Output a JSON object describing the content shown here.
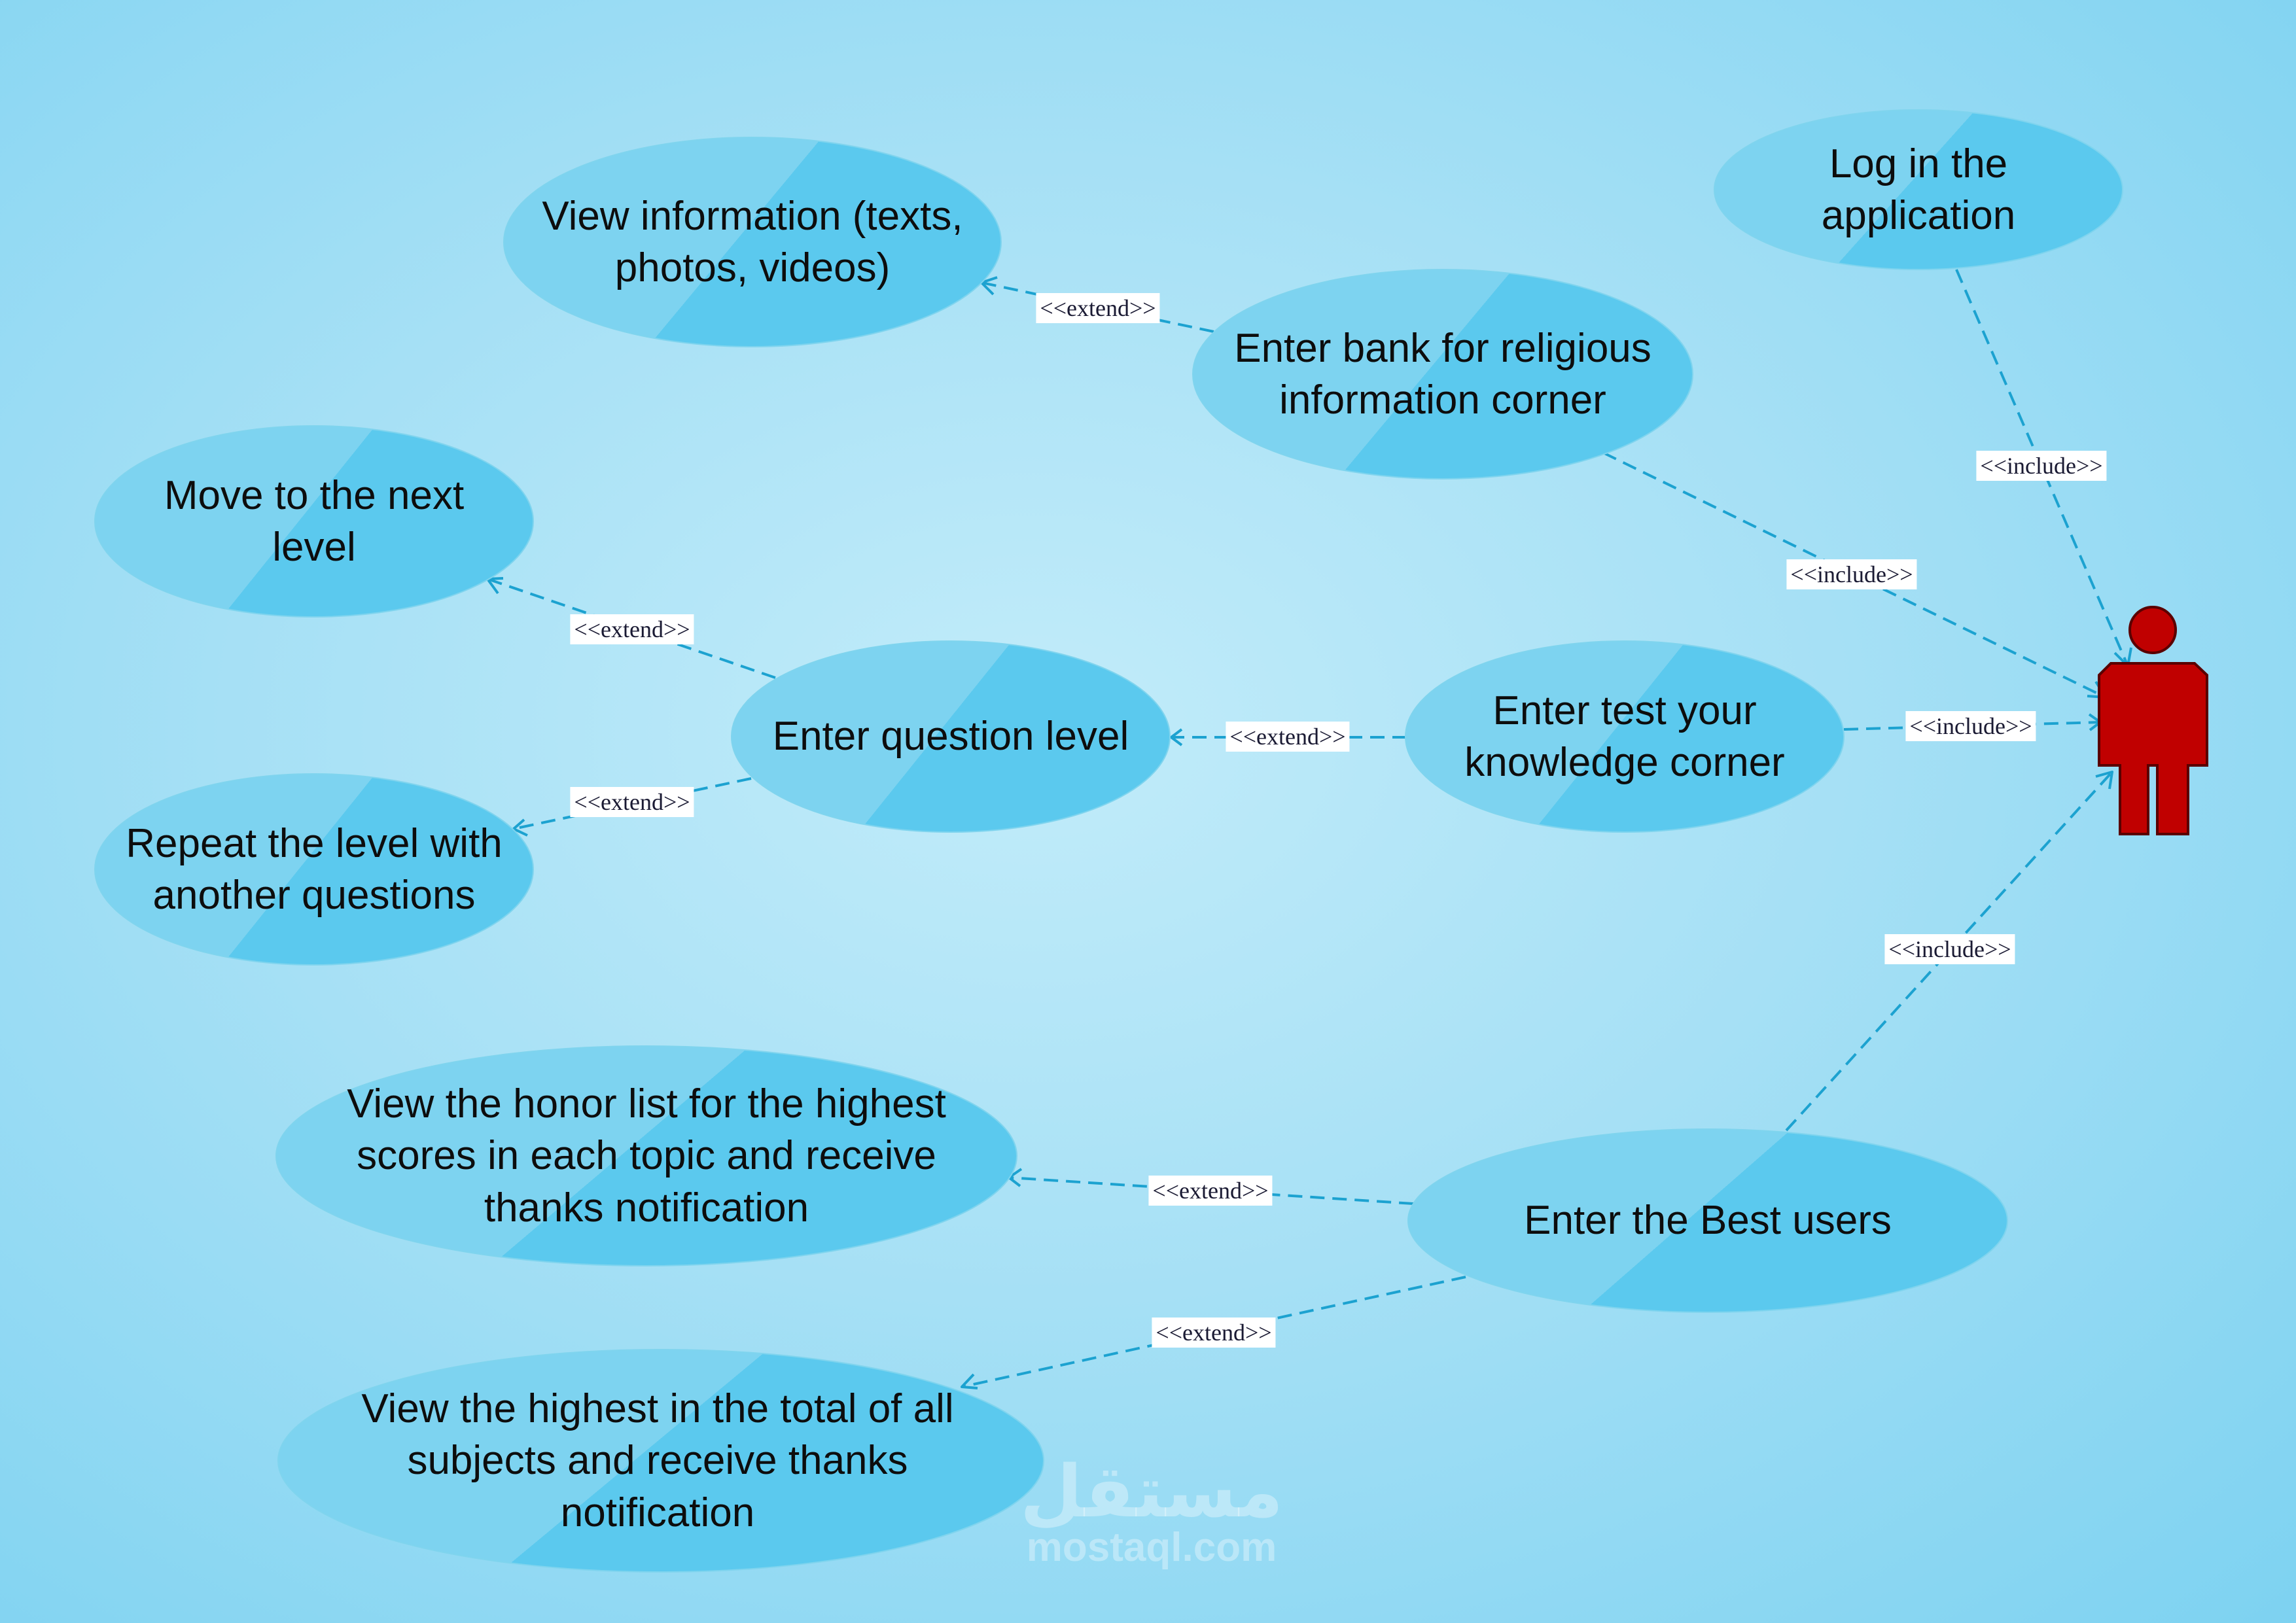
{
  "colors": {
    "ellipse_light": "#7dd3f0",
    "ellipse_dark": "#5bc9ee",
    "connector": "#1ca2d0",
    "actor": "#c00000",
    "actor_outline": "#5a0000"
  },
  "use_cases": {
    "login": "Log in the\napplication",
    "view_info": "View information (texts,\nphotos, videos)",
    "bank": "Enter bank for religious\ninformation corner",
    "next_level": "Move to the next\nlevel",
    "question_level": "Enter question level",
    "test_corner": "Enter test your\nknowledge corner",
    "repeat_level": "Repeat the level with\nanother questions",
    "honor_list": "View the honor list for the highest\nscores in each topic and receive\nthanks notification",
    "best_users": "Enter the Best users",
    "highest_total": "View the highest in the total of all\nsubjects and receive thanks\nnotification"
  },
  "relations": {
    "include_login": "<<include>>",
    "include_bank": "<<include>>",
    "include_test": "<<include>>",
    "include_best": "<<include>>",
    "extend_view_info": "<<extend>>",
    "extend_question": "<<extend>>",
    "extend_next_level": "<<extend>>",
    "extend_repeat": "<<extend>>",
    "extend_honor": "<<extend>>",
    "extend_highest": "<<extend>>"
  },
  "actor": {
    "icon": "stick-figure-actor-icon"
  },
  "watermark": {
    "arabic": "مستقل",
    "latin": "mostaql.com"
  }
}
